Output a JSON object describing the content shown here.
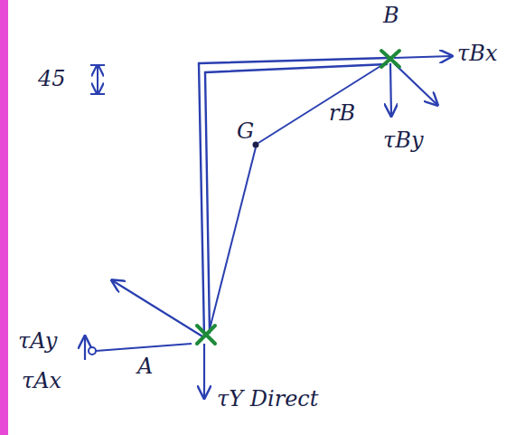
{
  "diagram": {
    "labels": [
      "B",
      "τBx",
      "45",
      "G",
      "rB",
      "τBy",
      "τAy",
      "τAx",
      "A",
      "τY Direct"
    ]
  }
}
